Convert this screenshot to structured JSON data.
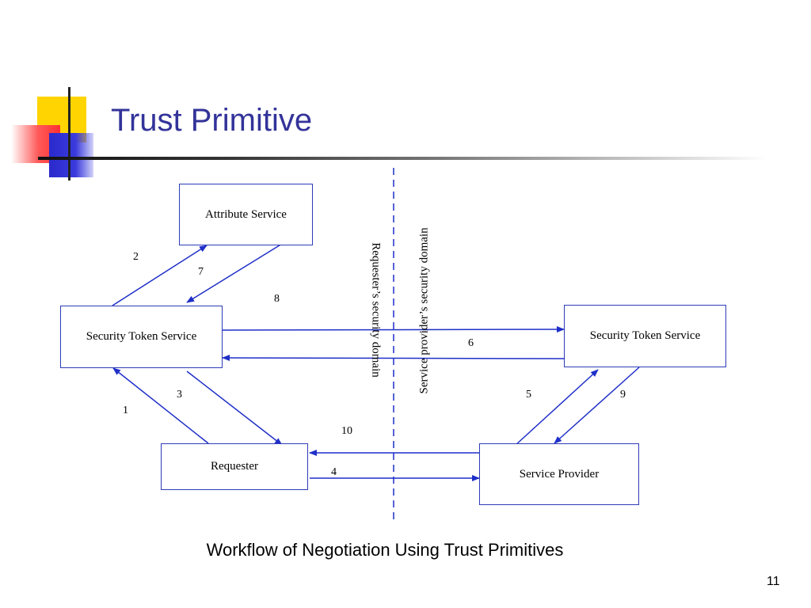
{
  "slide": {
    "title": "Trust Primitive",
    "caption": "Workflow of Negotiation Using Trust Primitives",
    "page_number": "11"
  },
  "diagram": {
    "nodes": {
      "attribute_service": "Attribute Service",
      "sts_requester": "Security Token Service",
      "sts_provider": "Security Token Service",
      "requester": "Requester",
      "service_provider": "Service Provider"
    },
    "domains": {
      "requester": "Requester’s security domain",
      "provider": "Service provider’s security domain"
    },
    "step_labels": [
      "1",
      "2",
      "3",
      "4",
      "5",
      "6",
      "7",
      "8",
      "9",
      "10"
    ],
    "line_color": "#1f2fc8"
  }
}
